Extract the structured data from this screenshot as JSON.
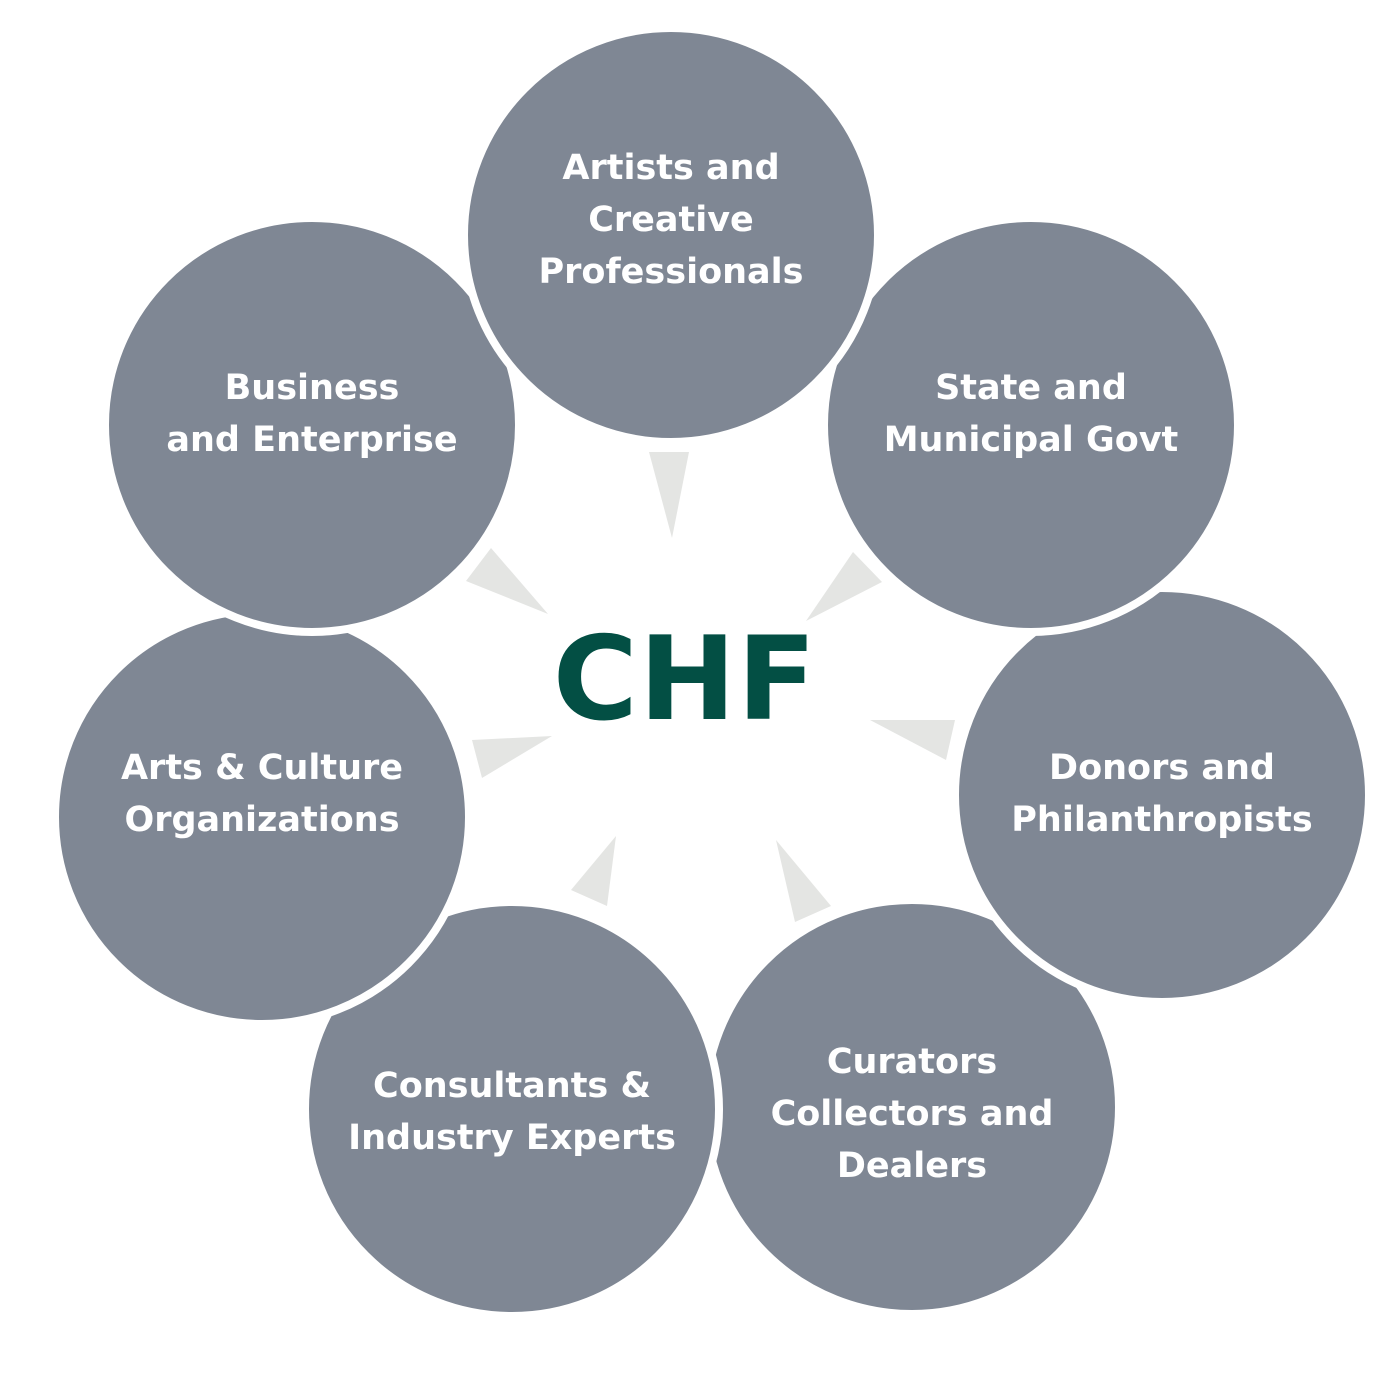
{
  "center": {
    "label": "CHF",
    "color": "#034f44"
  },
  "colors": {
    "node_fill": "#7f8794",
    "node_border": "#ffffff",
    "arrow_fill": "#e4e5e3"
  },
  "nodes": [
    {
      "id": "artists",
      "label": "Artists and\nCreative\nProfessionals"
    },
    {
      "id": "government",
      "label": "State and\nMunicipal Govt"
    },
    {
      "id": "donors",
      "label": "Donors and\nPhilanthropists"
    },
    {
      "id": "curators",
      "label": "Curators\nCollectors and\nDealers"
    },
    {
      "id": "consultants",
      "label": "Consultants &\nIndustry Experts"
    },
    {
      "id": "arts-orgs",
      "label": "Arts & Culture\nOrganizations"
    },
    {
      "id": "business",
      "label": "Business\nand Enterprise"
    }
  ]
}
